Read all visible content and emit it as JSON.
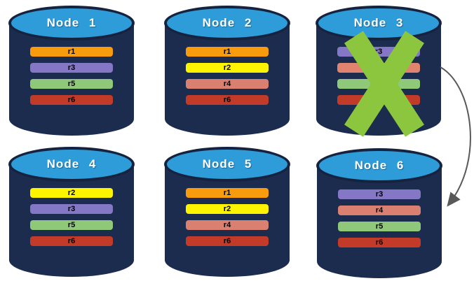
{
  "diagram": {
    "background": "#FFFFFF",
    "palette": {
      "cylinder_body": "#1B2C4F",
      "cylinder_top_fill": "#2E9CD9",
      "cylinder_outline": "#16233F",
      "node_title_color": "#FFFFFF",
      "replica_label_color": "#000000",
      "failure_x_color": "#8CC63E",
      "arrow_color": "#595959"
    },
    "nodes": [
      {
        "title": "Node 1",
        "failed": false,
        "replicas": [
          {
            "label": "r1",
            "color": "#F89C0E"
          },
          {
            "label": "r3",
            "color": "#8377C6"
          },
          {
            "label": "r5",
            "color": "#8FC878"
          },
          {
            "label": "r6",
            "color": "#C23B28"
          }
        ]
      },
      {
        "title": "Node 2",
        "failed": false,
        "replicas": [
          {
            "label": "r1",
            "color": "#F89C0E"
          },
          {
            "label": "r2",
            "color": "#FEF400"
          },
          {
            "label": "r4",
            "color": "#DA8070"
          },
          {
            "label": "r6",
            "color": "#C23B28"
          }
        ]
      },
      {
        "title": "Node 3",
        "failed": true,
        "replicas": [
          {
            "label": "r3",
            "color": "#8377C6"
          },
          {
            "label": "r4",
            "color": "#E08470"
          },
          {
            "label": "r5",
            "color": "#8FC878"
          },
          {
            "label": "r6",
            "color": "#C23B28"
          }
        ]
      },
      {
        "title": "Node 4",
        "failed": false,
        "replicas": [
          {
            "label": "r2",
            "color": "#FEF400"
          },
          {
            "label": "r3",
            "color": "#8377C6"
          },
          {
            "label": "r5",
            "color": "#8FC878"
          },
          {
            "label": "r6",
            "color": "#C23B28"
          }
        ]
      },
      {
        "title": "Node 5",
        "failed": false,
        "replicas": [
          {
            "label": "r1",
            "color": "#F89C0E"
          },
          {
            "label": "r2",
            "color": "#FEF400"
          },
          {
            "label": "r4",
            "color": "#DA8070"
          },
          {
            "label": "r6",
            "color": "#C23B28"
          }
        ]
      },
      {
        "title": "Node 6",
        "failed": false,
        "replicas": [
          {
            "label": "r3",
            "color": "#8377C6"
          },
          {
            "label": "r4",
            "color": "#DA8070"
          },
          {
            "label": "r5",
            "color": "#8FC878"
          },
          {
            "label": "r6",
            "color": "#C23B28"
          }
        ]
      }
    ],
    "arrow": {
      "from": "Node 3",
      "to": "Node 6"
    }
  }
}
